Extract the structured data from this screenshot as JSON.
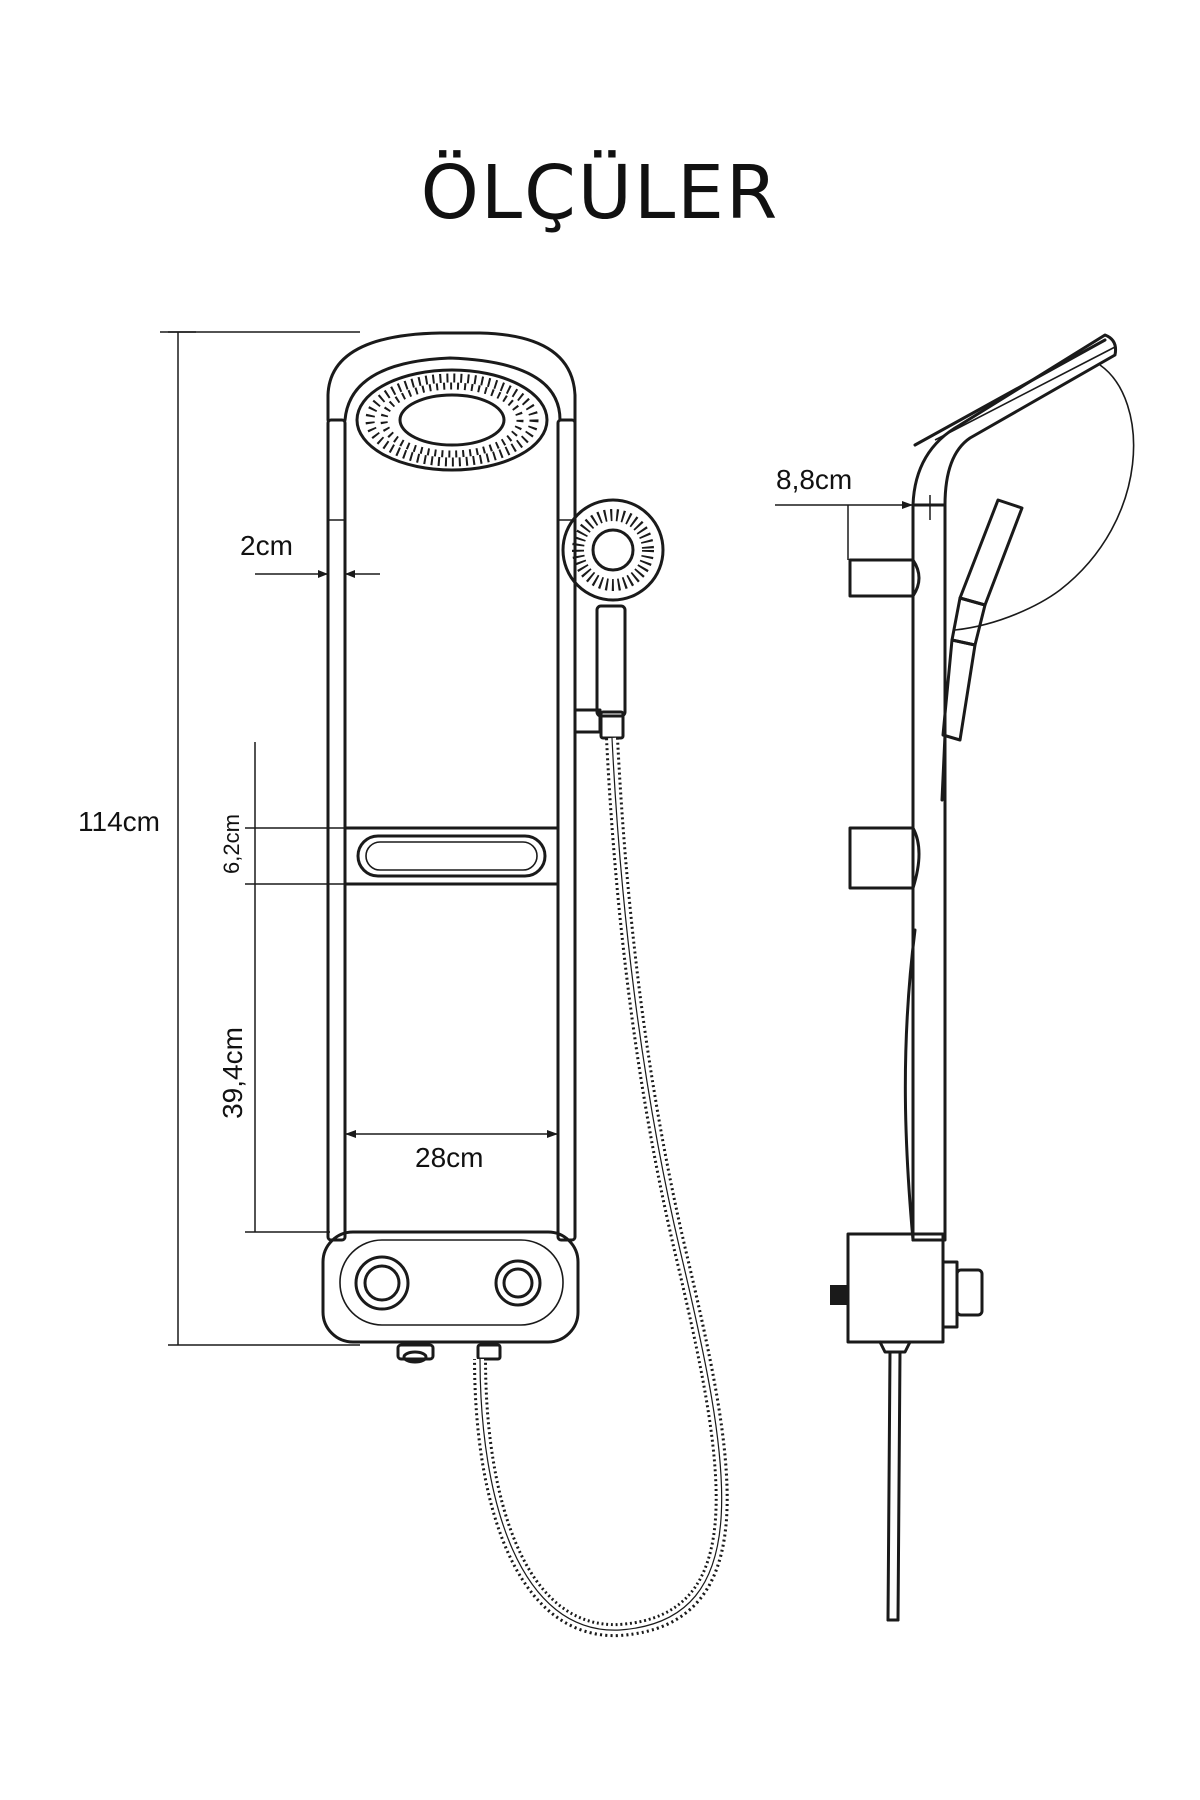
{
  "title": "ÖLÇÜLER",
  "dimensions": {
    "total_height": "114cm",
    "side_depth": "8,8cm",
    "frame_width": "2cm",
    "shelf_height": "6,2cm",
    "lower_section": "39,4cm",
    "panel_width": "28cm"
  }
}
